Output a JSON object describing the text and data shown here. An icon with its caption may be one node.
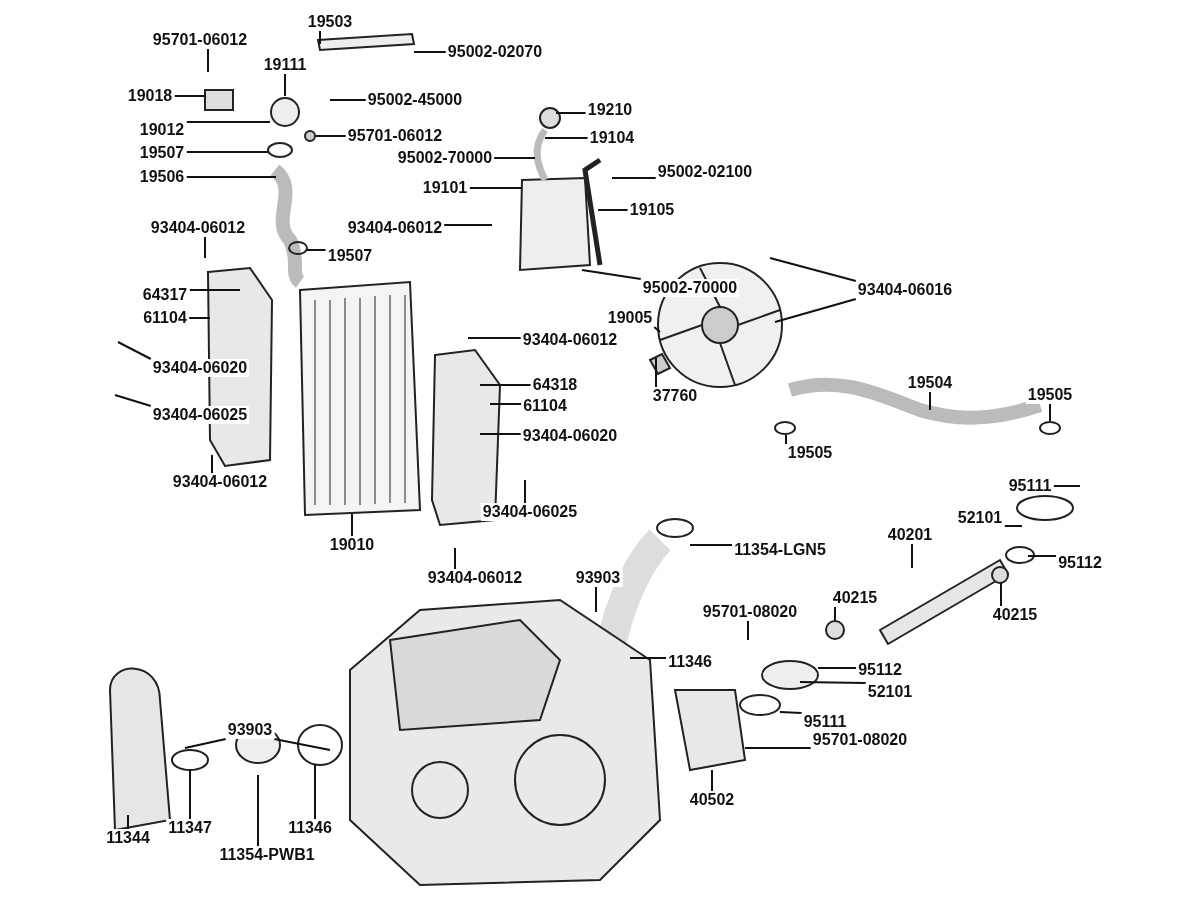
{
  "diagram": {
    "nodes": [
      {
        "text": [
          "19503"
        ]
      },
      {
        "text": [
          "95701-06012"
        ]
      },
      {
        "text": [
          "95002-02070"
        ]
      },
      {
        "text": [
          "19111"
        ]
      },
      {
        "text": [
          "19018"
        ]
      },
      {
        "text": [
          "95002-45000"
        ]
      },
      {
        "text": [
          "19012"
        ]
      },
      {
        "text": [
          "95701-06012"
        ]
      },
      {
        "text": [
          "19507"
        ]
      },
      {
        "text": [
          "19210"
        ]
      },
      {
        "text": [
          "19104"
        ]
      },
      {
        "text": [
          "95002-70000"
        ]
      },
      {
        "text": [
          "95002-02100"
        ]
      },
      {
        "text": [
          "19101"
        ]
      },
      {
        "text": [
          "19506"
        ]
      },
      {
        "text": [
          "19105"
        ]
      },
      {
        "text": [
          "93404-06012"
        ]
      },
      {
        "text": [
          "19507"
        ]
      },
      {
        "text": [
          "93404-06012"
        ]
      },
      {
        "text": [
          "95002-70000"
        ]
      },
      {
        "text": [
          "93404-06016"
        ]
      },
      {
        "text": [
          "64317"
        ]
      },
      {
        "text": [
          "61104"
        ]
      },
      {
        "text": [
          "19005"
        ]
      },
      {
        "text": [
          "93404-06012"
        ]
      },
      {
        "text": [
          "93404-06020"
        ]
      },
      {
        "text": [
          "64318"
        ]
      },
      {
        "text": [
          "37760"
        ]
      },
      {
        "text": [
          "19504"
        ]
      },
      {
        "text": [
          "61104"
        ]
      },
      {
        "text": [
          "19505"
        ]
      },
      {
        "text": [
          "93404-06025"
        ]
      },
      {
        "text": [
          "93404-06020"
        ]
      },
      {
        "text": [
          "19505"
        ]
      },
      {
        "text": [
          "93404-06012"
        ]
      },
      {
        "text": [
          "95111"
        ]
      },
      {
        "text": [
          "93404-06025"
        ]
      },
      {
        "text": [
          "19010"
        ]
      },
      {
        "text": [
          "52101"
        ]
      },
      {
        "text": [
          "11354-LGN5"
        ]
      },
      {
        "text": [
          "40201"
        ]
      },
      {
        "text": [
          "95112"
        ]
      },
      {
        "text": [
          "93903"
        ]
      },
      {
        "text": [
          "93404-06012"
        ]
      },
      {
        "text": [
          "40215"
        ]
      },
      {
        "text": [
          "40215"
        ]
      },
      {
        "text": [
          "95701-08020"
        ]
      },
      {
        "text": [
          "11346"
        ]
      },
      {
        "text": [
          "95112"
        ]
      },
      {
        "text": [
          "52101"
        ]
      },
      {
        "text": [
          "95111"
        ]
      },
      {
        "text": [
          "93903"
        ]
      },
      {
        "text": [
          "95701-08020"
        ]
      },
      {
        "text": [
          "40502"
        ]
      },
      {
        "text": [
          "11344"
        ]
      },
      {
        "text": [
          "11347"
        ]
      },
      {
        "text": [
          "11346"
        ]
      },
      {
        "text": [
          "11354-PWB1"
        ]
      }
    ],
    "edges": [
      {
        "from": 0,
        "to": null,
        "arrow": "none"
      },
      {
        "from": 1,
        "to": null,
        "arrow": "none"
      },
      {
        "from": 2,
        "to": null,
        "arrow": "none"
      },
      {
        "from": 3,
        "to": null,
        "arrow": "none"
      },
      {
        "from": 4,
        "to": null,
        "arrow": "none"
      },
      {
        "from": 5,
        "to": null,
        "arrow": "none"
      },
      {
        "from": 6,
        "to": null,
        "arrow": "none"
      },
      {
        "from": 7,
        "to": null,
        "arrow": "none"
      },
      {
        "from": 8,
        "to": null,
        "arrow": "none"
      },
      {
        "from": 9,
        "to": null,
        "arrow": "none"
      },
      {
        "from": 10,
        "to": null,
        "arrow": "none"
      },
      {
        "from": 11,
        "to": null,
        "arrow": "none"
      },
      {
        "from": 12,
        "to": null,
        "arrow": "none"
      },
      {
        "from": 13,
        "to": null,
        "arrow": "none"
      },
      {
        "from": 14,
        "to": null,
        "arrow": "none"
      },
      {
        "from": 15,
        "to": null,
        "arrow": "none"
      },
      {
        "from": 16,
        "to": null,
        "arrow": "none"
      },
      {
        "from": 17,
        "to": null,
        "arrow": "none"
      },
      {
        "from": 18,
        "to": null,
        "arrow": "none"
      },
      {
        "from": 19,
        "to": null,
        "arrow": "none"
      },
      {
        "from": 20,
        "to": null,
        "arrow": "none"
      },
      {
        "from": 20,
        "to": null,
        "arrow": "none"
      },
      {
        "from": 21,
        "to": null,
        "arrow": "none"
      },
      {
        "from": 22,
        "to": null,
        "arrow": "none"
      },
      {
        "from": 23,
        "to": null,
        "arrow": "none"
      },
      {
        "from": 24,
        "to": null,
        "arrow": "none"
      },
      {
        "from": 25,
        "to": null,
        "arrow": "none"
      },
      {
        "from": 26,
        "to": null,
        "arrow": "none"
      },
      {
        "from": 27,
        "to": null,
        "arrow": "none"
      },
      {
        "from": 28,
        "to": null,
        "arrow": "none"
      },
      {
        "from": 29,
        "to": null,
        "arrow": "none"
      },
      {
        "from": 30,
        "to": null,
        "arrow": "none"
      },
      {
        "from": 31,
        "to": null,
        "arrow": "none"
      },
      {
        "from": 32,
        "to": null,
        "arrow": "none"
      },
      {
        "from": 33,
        "to": null,
        "arrow": "none"
      },
      {
        "from": 34,
        "to": null,
        "arrow": "none"
      },
      {
        "from": 35,
        "to": null,
        "arrow": "none"
      },
      {
        "from": 36,
        "to": null,
        "arrow": "none"
      },
      {
        "from": 37,
        "to": null,
        "arrow": "none"
      },
      {
        "from": 38,
        "to": null,
        "arrow": "none"
      },
      {
        "from": 39,
        "to": null,
        "arrow": "none"
      },
      {
        "from": 40,
        "to": null,
        "arrow": "none"
      },
      {
        "from": 41,
        "to": null,
        "arrow": "none"
      },
      {
        "from": 42,
        "to": null,
        "arrow": "none"
      },
      {
        "from": 43,
        "to": null,
        "arrow": "none"
      },
      {
        "from": 44,
        "to": null,
        "arrow": "none"
      },
      {
        "from": 45,
        "to": null,
        "arrow": "none"
      },
      {
        "from": 46,
        "to": null,
        "arrow": "none"
      },
      {
        "from": 47,
        "to": null,
        "arrow": "none"
      },
      {
        "from": 48,
        "to": null,
        "arrow": "none"
      },
      {
        "from": 49,
        "to": null,
        "arrow": "none"
      },
      {
        "from": 50,
        "to": null,
        "arrow": "none"
      },
      {
        "from": 51,
        "to": null,
        "arrow": "none"
      },
      {
        "from": 51,
        "to": null,
        "arrow": "none"
      },
      {
        "from": 52,
        "to": null,
        "arrow": "none"
      },
      {
        "from": 53,
        "to": null,
        "arrow": "none"
      },
      {
        "from": 54,
        "to": null,
        "arrow": "none"
      },
      {
        "from": 55,
        "to": null,
        "arrow": "none"
      },
      {
        "from": 56,
        "to": null,
        "arrow": "none"
      },
      {
        "from": 57,
        "to": null,
        "arrow": "none"
      }
    ]
  }
}
